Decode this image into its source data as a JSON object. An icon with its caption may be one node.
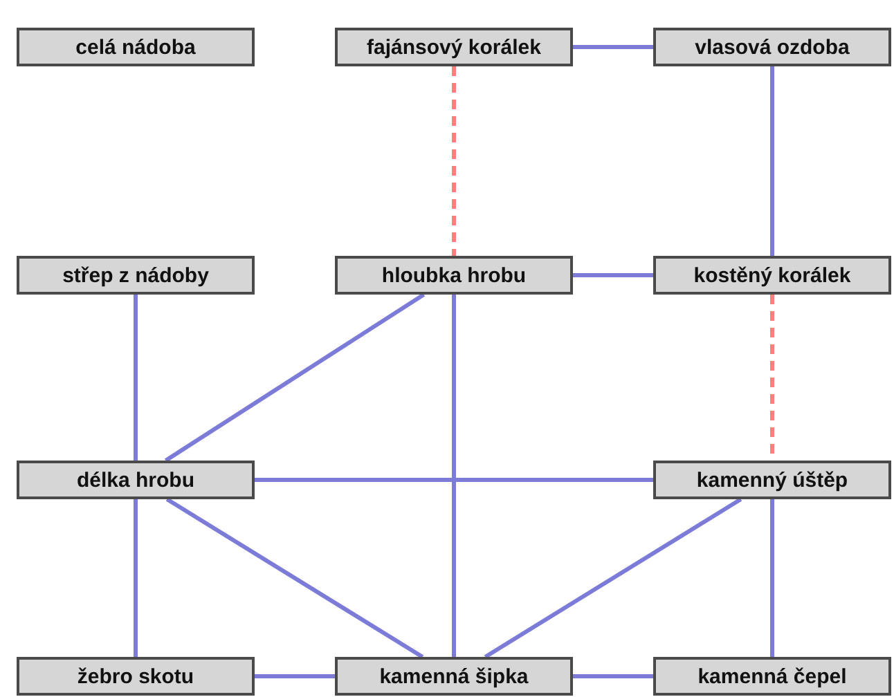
{
  "diagram": {
    "nodes": [
      {
        "text": [
          "celá nádoba"
        ]
      },
      {
        "text": [
          "fajánsový korálek"
        ]
      },
      {
        "text": [
          "vlasová ozdoba"
        ]
      },
      {
        "text": [
          "střep z nádoby"
        ]
      },
      {
        "text": [
          "hloubka hrobu"
        ]
      },
      {
        "text": [
          "kostěný korálek"
        ]
      },
      {
        "text": [
          "délka hrobu"
        ]
      },
      {
        "text": [
          "kamenný úštěp"
        ]
      },
      {
        "text": [
          "žebro skotu"
        ]
      },
      {
        "text": [
          "kamenná šipka"
        ]
      },
      {
        "text": [
          "kamenná čepel"
        ]
      }
    ],
    "edges": [
      {
        "from": 1,
        "to": 2,
        "arrow": "none"
      },
      {
        "from": 1,
        "to": 4,
        "arrow": "none",
        "style": "dashed",
        "color": "#ff7f7f"
      },
      {
        "from": 2,
        "to": 5,
        "arrow": "none"
      },
      {
        "from": 4,
        "to": 5,
        "arrow": "none"
      },
      {
        "from": 5,
        "to": 7,
        "arrow": "none",
        "style": "dashed",
        "color": "#ff7f7f"
      },
      {
        "from": 3,
        "to": 6,
        "arrow": "none"
      },
      {
        "from": 4,
        "to": 6,
        "arrow": "none"
      },
      {
        "from": 4,
        "to": 9,
        "arrow": "none"
      },
      {
        "from": 6,
        "to": 7,
        "arrow": "none"
      },
      {
        "from": 6,
        "to": 8,
        "arrow": "none"
      },
      {
        "from": 6,
        "to": 9,
        "arrow": "none"
      },
      {
        "from": 7,
        "to": 9,
        "arrow": "none"
      },
      {
        "from": 7,
        "to": 10,
        "arrow": "none"
      },
      {
        "from": 8,
        "to": 9,
        "arrow": "none"
      },
      {
        "from": 9,
        "to": 10,
        "arrow": "none"
      }
    ]
  }
}
